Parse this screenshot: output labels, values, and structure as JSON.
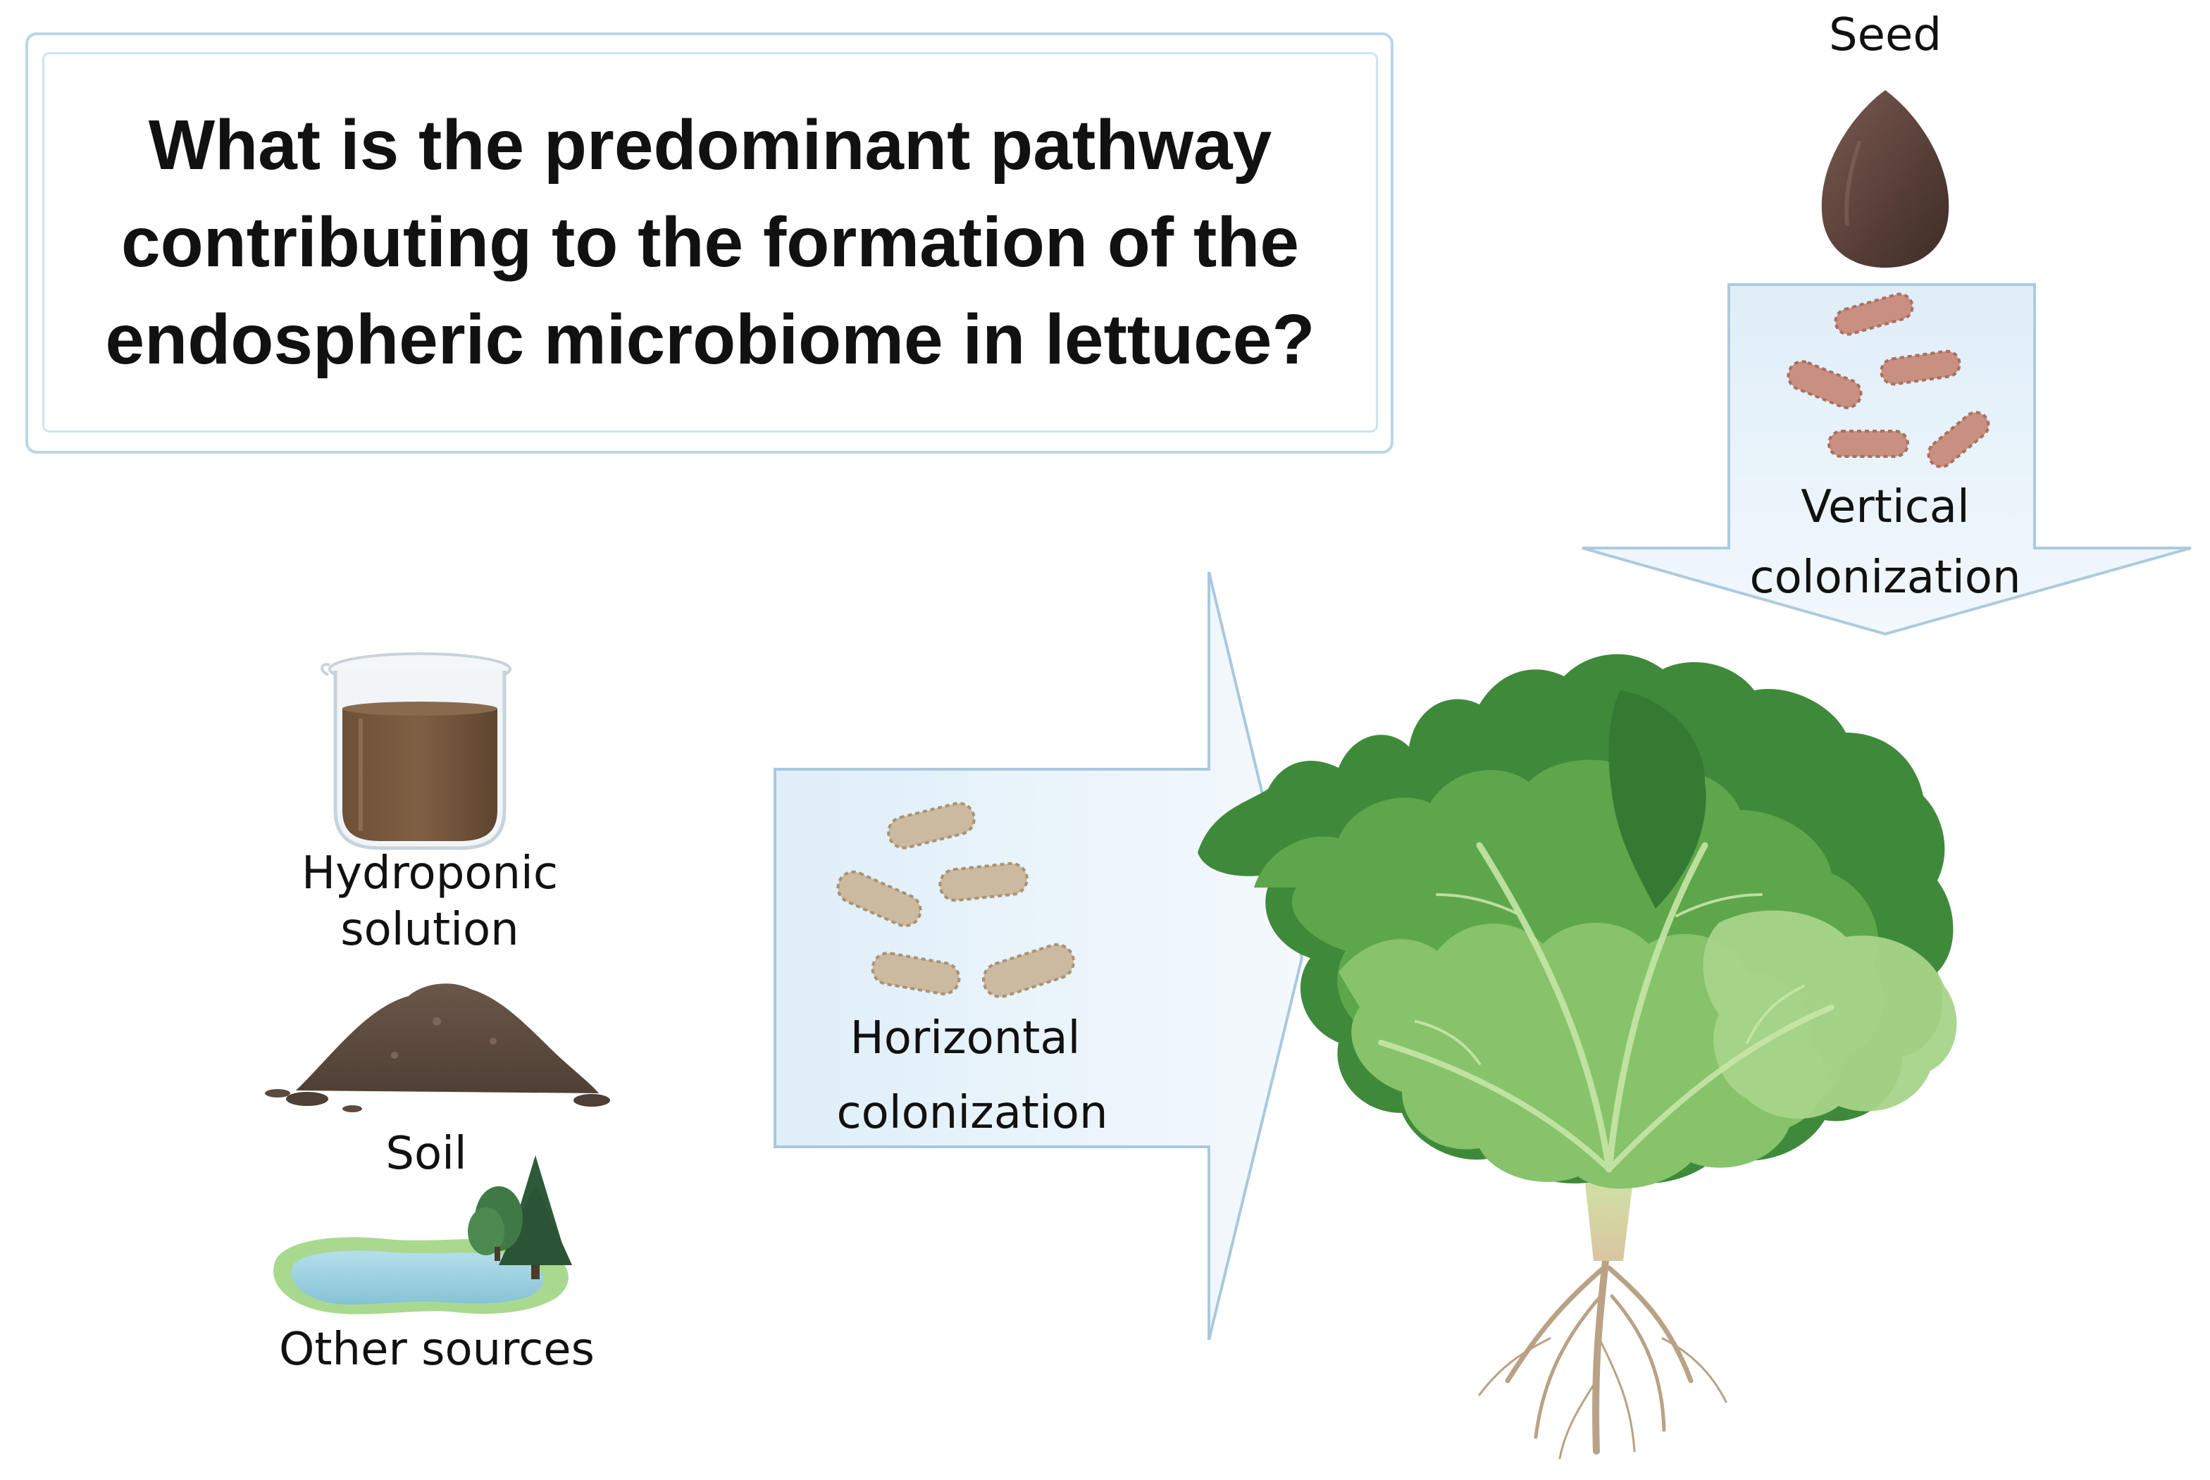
{
  "question": "What is the predominant pathway contributing to the formation of the endospheric microbiome in lettuce?",
  "labels": {
    "seed": "Seed",
    "vertical_line1": "Vertical",
    "vertical_line2": "colonization",
    "hydroponic_line1": "Hydroponic",
    "hydroponic_line2": "solution",
    "soil": "Soil",
    "other": "Other sources",
    "horizontal_line1": "Horizontal",
    "horizontal_line2": "colonization"
  },
  "colors": {
    "arrow_fill": "#e3eff8",
    "arrow_stroke": "#aac8de",
    "box_border": "#b9d6ea",
    "bacteria_horizontal": "#cbb9a0",
    "bacteria_vertical": "#c98f80",
    "seed": "#5a4038",
    "soil": "#5d4b3e",
    "water": "#9ed0e0",
    "lettuce_dark": "#3f8a3a",
    "lettuce_light": "#8cc56a",
    "roots": "#b9a285"
  }
}
